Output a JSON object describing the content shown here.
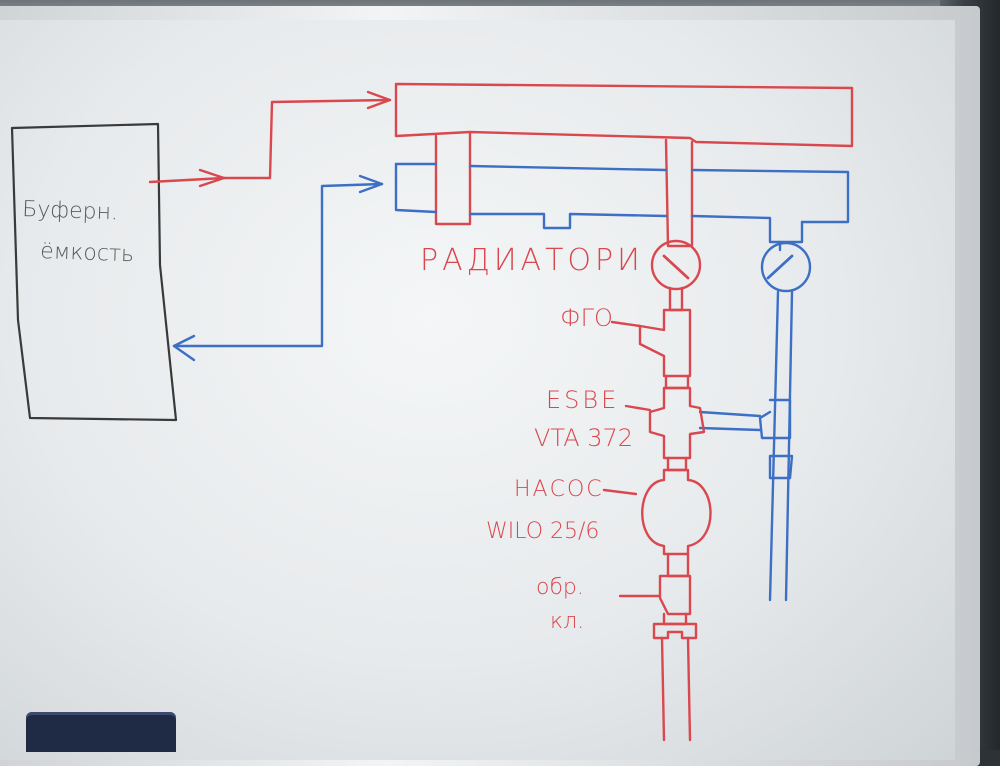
{
  "scene": {
    "description_colors": {
      "red_marker": "#d9484f",
      "blue_marker": "#3d6fc4",
      "black_marker": "#3a3a3a"
    }
  },
  "labels": {
    "buffer_line1": "Буферн.",
    "buffer_line2": "ёмкость",
    "radiators": "РАДИАТОРИ",
    "fgo": "ФГО",
    "esbe_line1": "ESBE",
    "esbe_line2": "VTA 372",
    "pump_line1": "НАСОС",
    "pump_line2": "WILO 25/6",
    "check_line1": "обр.",
    "check_line2": "кл."
  },
  "icons": {
    "gauge_left": "pressure-gauge-icon",
    "gauge_right": "pressure-gauge-icon",
    "pump": "circulation-pump-icon",
    "valve": "three-way-valve-icon"
  }
}
